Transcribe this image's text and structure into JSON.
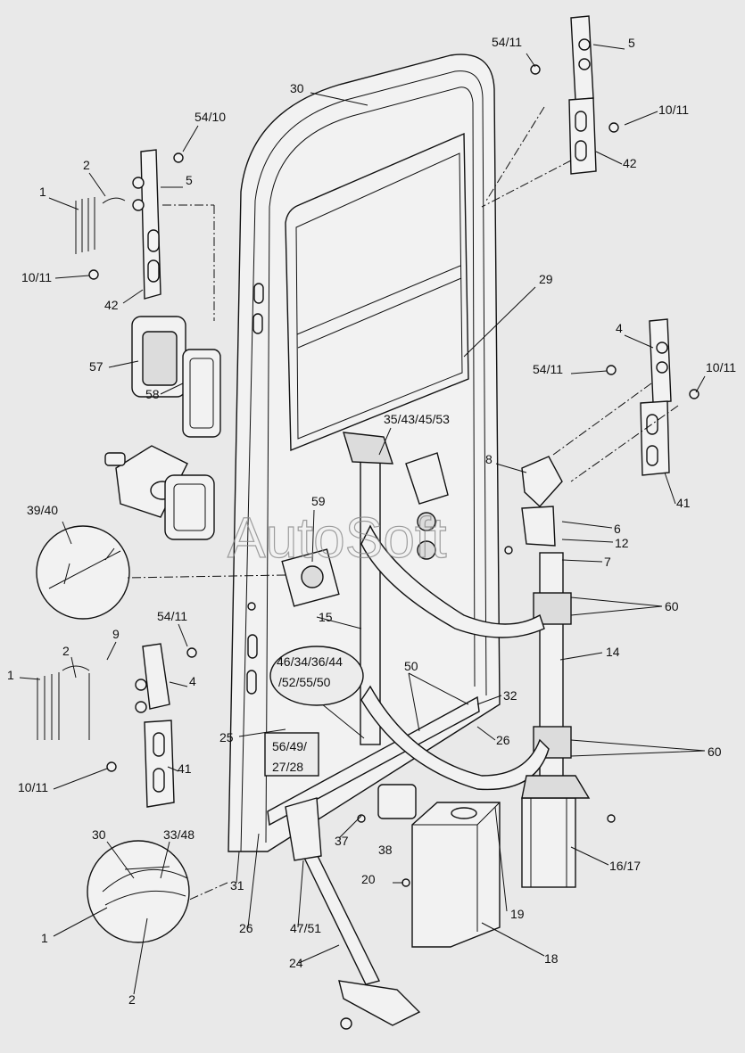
{
  "watermark": "AutoSoft",
  "labels": [
    "30",
    "54/10",
    "2",
    "1",
    "5",
    "10/11",
    "42",
    "57",
    "58",
    "39/40",
    "59",
    "54/11",
    "9",
    "2",
    "1",
    "4",
    "10/11",
    "41",
    "25",
    "46/34/36/44",
    "/52/55/50",
    "56/49/",
    "27/28",
    "30",
    "33/48",
    "1",
    "2",
    "31",
    "26",
    "47/51",
    "24",
    "37",
    "38",
    "20",
    "19",
    "18",
    "16/17",
    "60",
    "60",
    "32",
    "26",
    "50",
    "14",
    "15",
    "7",
    "12",
    "6",
    "8",
    "35/43/45/53",
    "29",
    "4",
    "54/11",
    "10/11",
    "41",
    "54/11",
    "5",
    "10/11",
    "42"
  ]
}
